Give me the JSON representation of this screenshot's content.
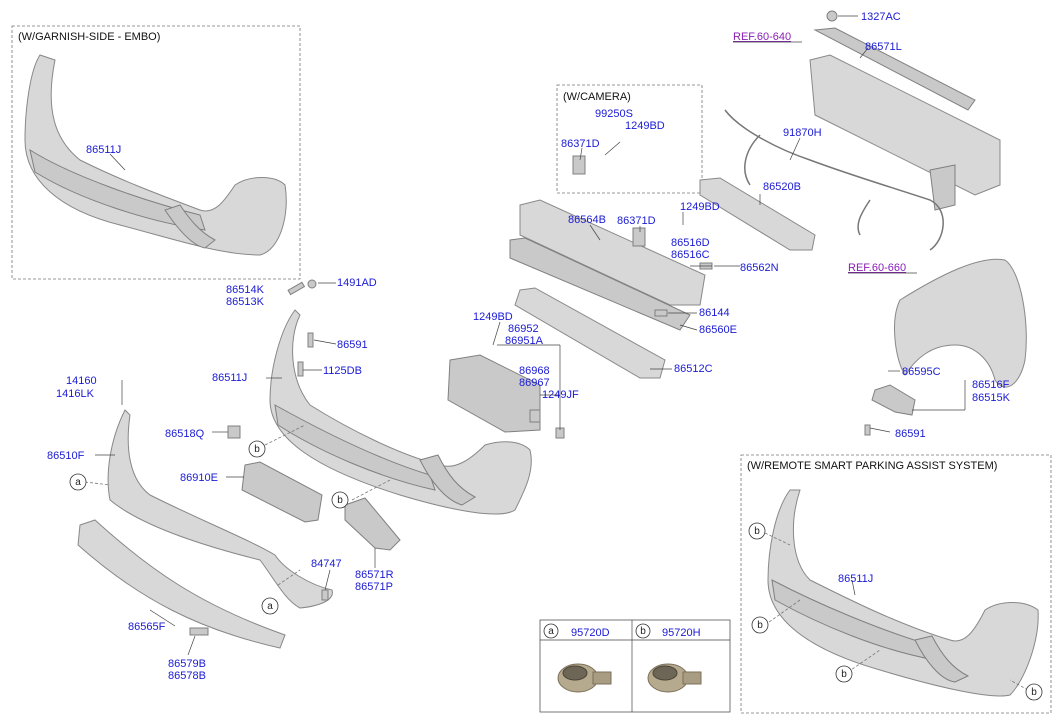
{
  "headers": {
    "garnish": "(W/GARNISH-SIDE - EMBO)",
    "camera": "(W/CAMERA)",
    "parking": "(W/REMOTE SMART PARKING ASSIST SYSTEM)"
  },
  "refs": {
    "ref1": "REF.60-640",
    "ref2": "REF.60-660"
  },
  "labels": {
    "l_86511J_a": "86511J",
    "l_1327AC": "1327AC",
    "l_86571L": "86571L",
    "l_99250S": "99250S",
    "l_1249BD_a": "1249BD",
    "l_86371D_a": "86371D",
    "l_91870H": "91870H",
    "l_86520B": "86520B",
    "l_86564B": "86564B",
    "l_86371D_b": "86371D",
    "l_1249BD_b": "1249BD",
    "l_86516D": "86516D",
    "l_86516C": "86516C",
    "l_86562N": "86562N",
    "l_86514K": "86514K",
    "l_86513K": "86513K",
    "l_1491AD": "1491AD",
    "l_86144": "86144",
    "l_86560E": "86560E",
    "l_1249BD_c": "1249BD",
    "l_86952": "86952",
    "l_86951A": "86951A",
    "l_86591_a": "86591",
    "l_86511J_b": "86511J",
    "l_1125DB": "1125DB",
    "l_86968": "86968",
    "l_86967": "86967",
    "l_86512C": "86512C",
    "l_14160": "14160",
    "l_1416LK": "1416LK",
    "l_1249JF": "1249JF",
    "l_86595C": "86595C",
    "l_86516F": "86516F",
    "l_86515K": "86515K",
    "l_86591_b": "86591",
    "l_86518Q": "86518Q",
    "l_86510F": "86510F",
    "l_86910E": "86910E",
    "l_86511J_c": "86511J",
    "l_84747": "84747",
    "l_86571R": "86571R",
    "l_86571P": "86571P",
    "l_86565F": "86565F",
    "l_86579B": "86579B",
    "l_86578B": "86578B",
    "l_95720D": "95720D",
    "l_95720H": "95720H"
  },
  "callouts": {
    "a": "a",
    "b": "b"
  }
}
